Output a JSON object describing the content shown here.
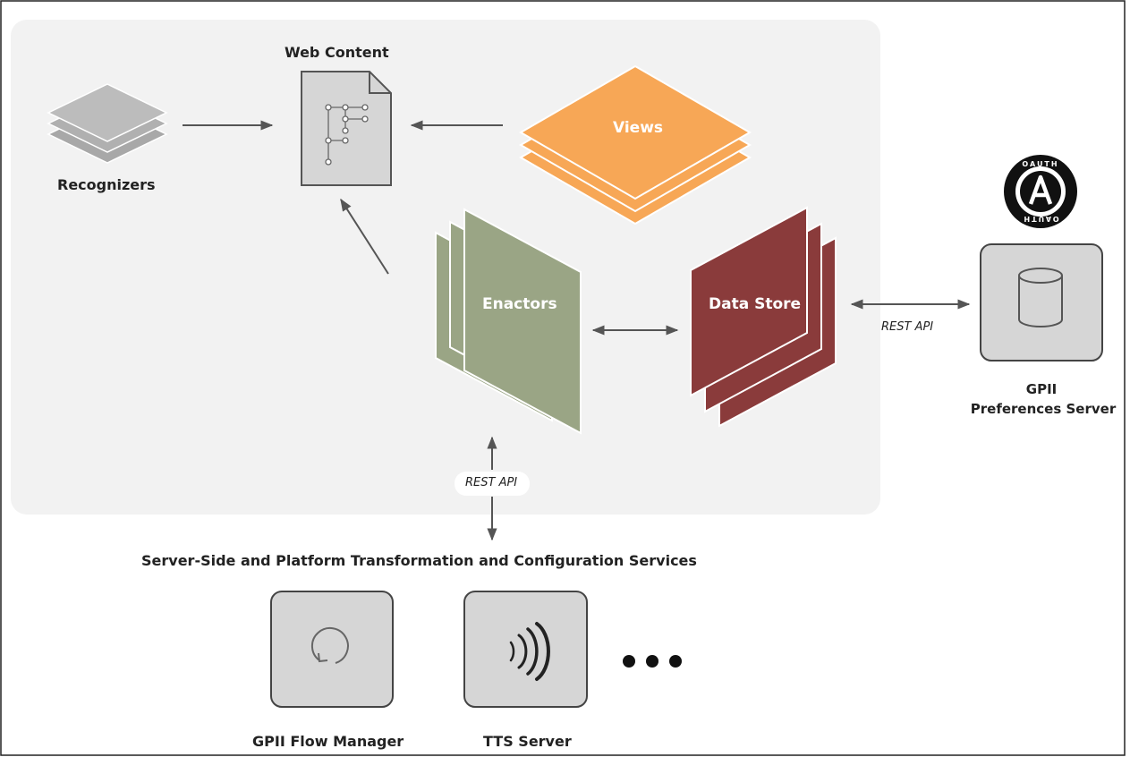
{
  "nodes": {
    "web_content": "Web Content",
    "recognizers": "Recognizers",
    "views": "Views",
    "enactors": "Enactors",
    "data_store": "Data Store",
    "preferences_server_line1": "GPII",
    "preferences_server_line2": "Preferences Server",
    "services_title": "Server-Side and Platform Transformation and Configuration Services",
    "flow_manager": "GPII Flow Manager",
    "tts_server": "TTS Server"
  },
  "badge": {
    "letter": "A",
    "text": "OAUTH"
  },
  "connections": {
    "rest_api_right": "REST API",
    "rest_api_bottom": "REST API"
  },
  "icons": [
    "layers-icon",
    "document-tree-icon",
    "database-icon",
    "refresh-icon",
    "sound-waves-icon",
    "ellipsis-icon"
  ],
  "colors": {
    "panel_bg": "#f2f2f2",
    "recognizers": "#b2b2b2",
    "views": "#f7a756",
    "enactors": "#9aa585",
    "data_store": "#8a3b3b",
    "tile_bg": "#d6d6d6",
    "arrow": "#555555"
  }
}
